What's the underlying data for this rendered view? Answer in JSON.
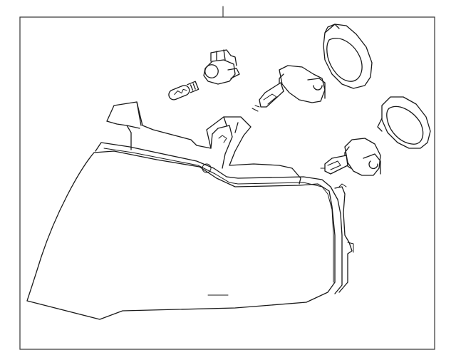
{
  "diagram": {
    "type": "exploded-parts-illustration",
    "background_color": "#ffffff",
    "line_color": "#1a1a1a",
    "frame_color": "#333333",
    "parts": [
      {
        "id": "headlamp-assembly",
        "icon": "headlamp-housing-icon"
      },
      {
        "id": "side-marker-bulb",
        "icon": "wedge-bulb-icon"
      },
      {
        "id": "bulb-socket",
        "icon": "socket-connector-icon"
      },
      {
        "id": "high-beam-bulb",
        "icon": "halogen-bulb-icon"
      },
      {
        "id": "low-beam-bulb",
        "icon": "halogen-bulb-icon"
      },
      {
        "id": "upper-dust-cap",
        "icon": "dust-cap-icon"
      },
      {
        "id": "lower-dust-cap",
        "icon": "dust-cap-icon"
      }
    ]
  }
}
